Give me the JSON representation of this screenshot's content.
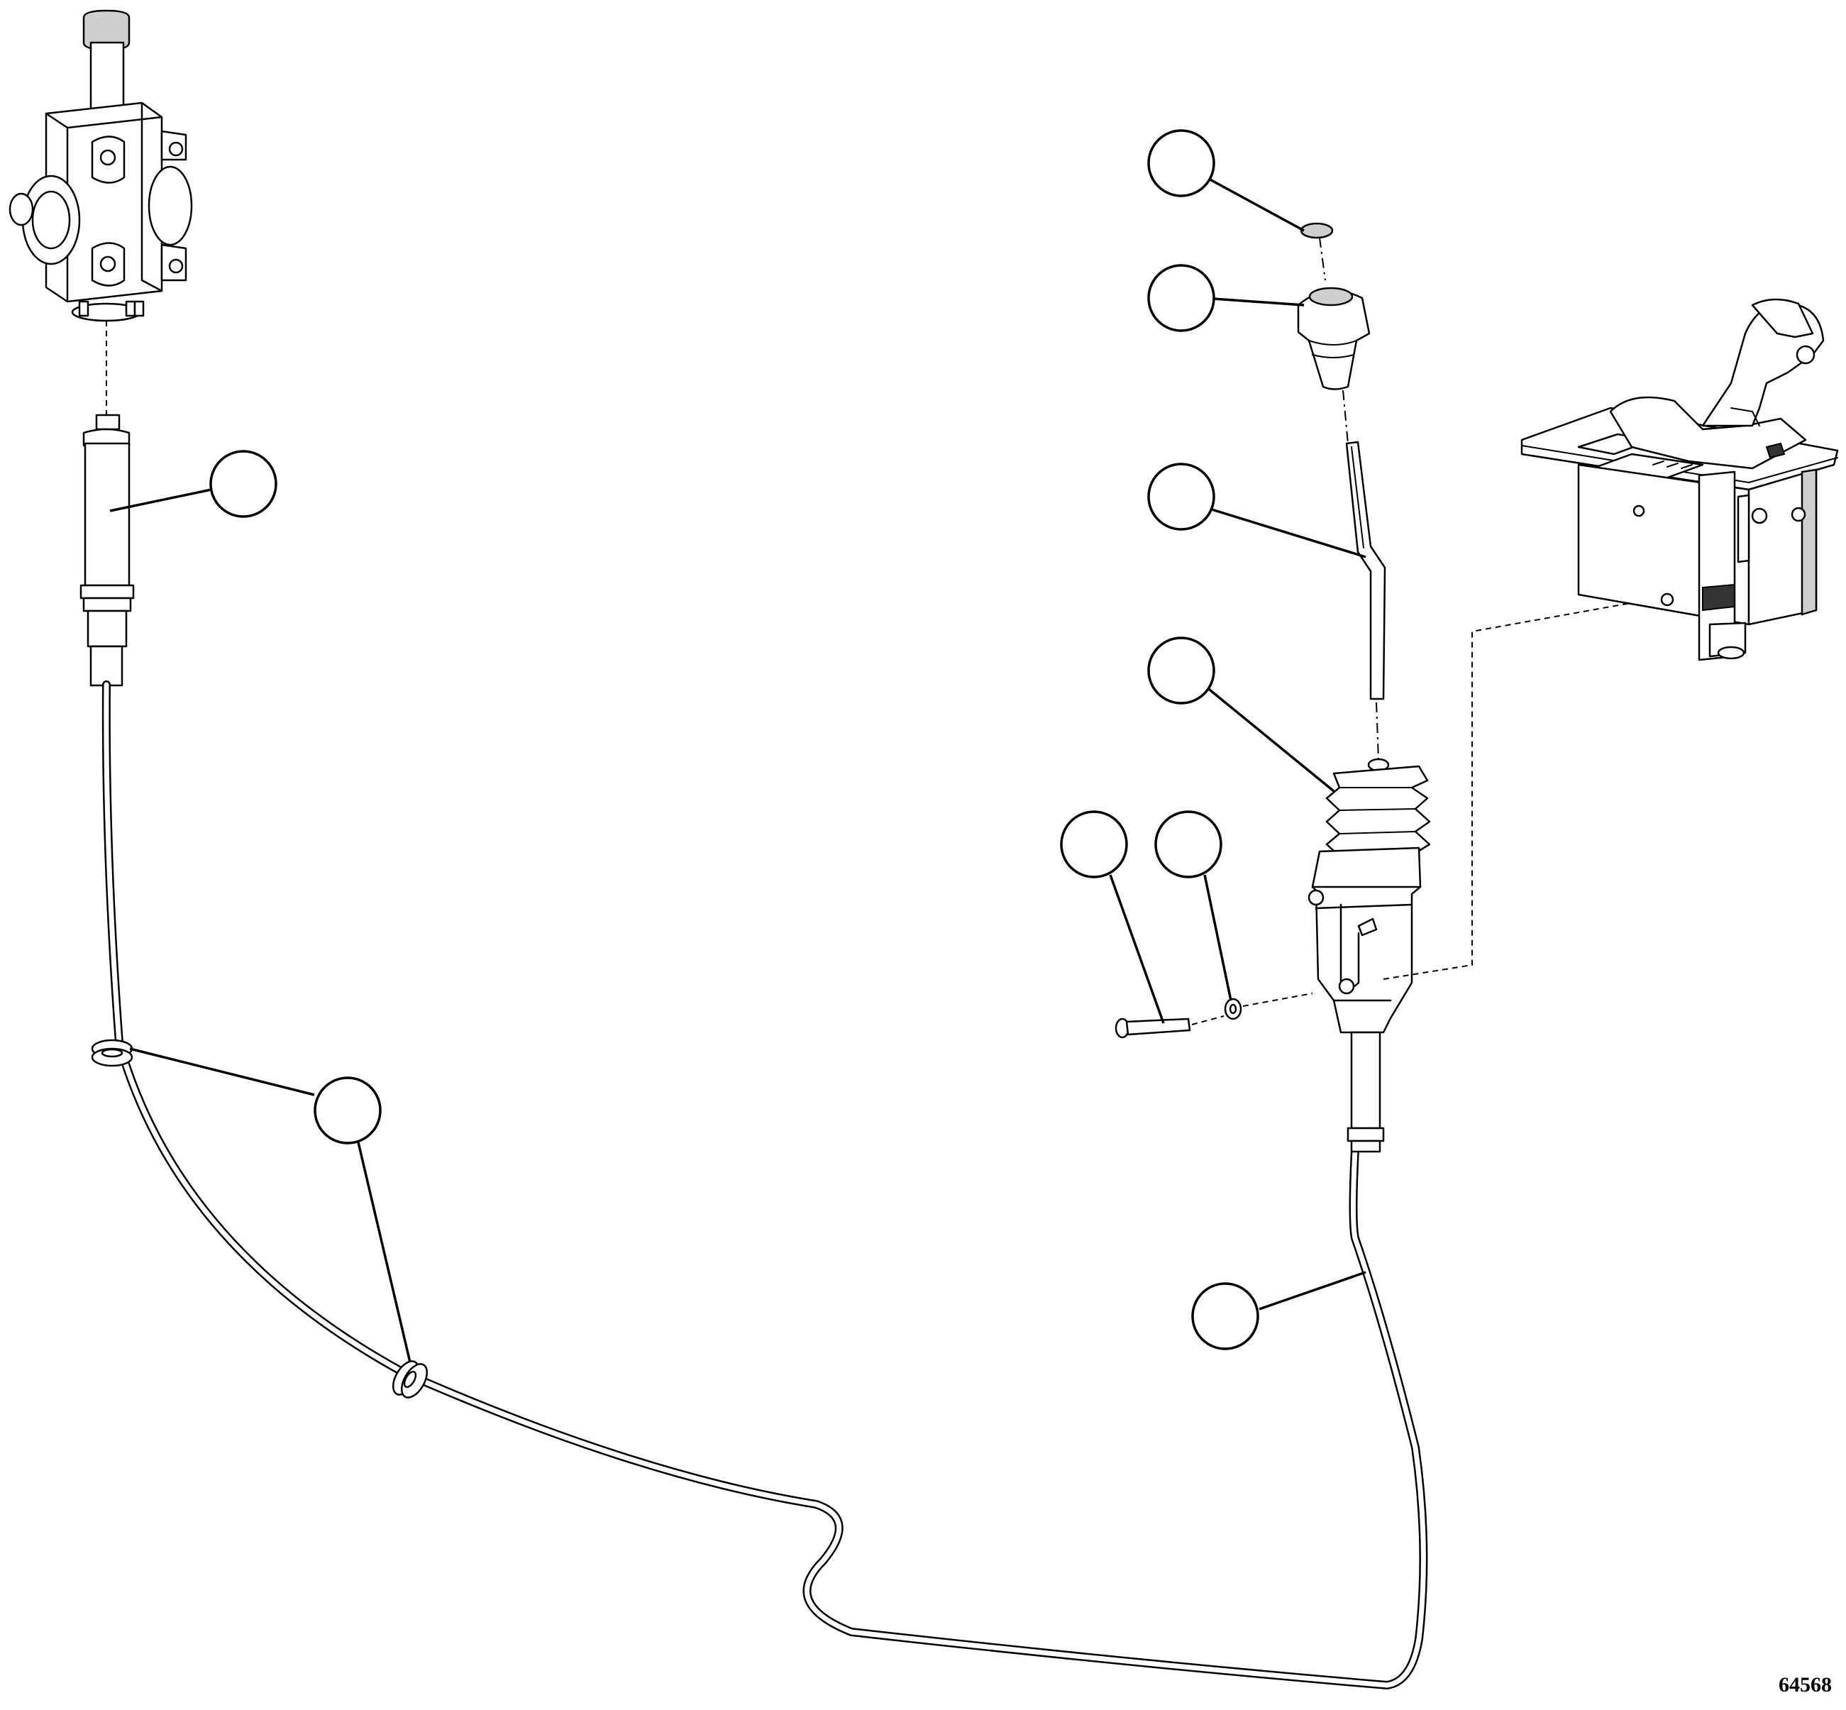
{
  "figure": {
    "number": "64568"
  },
  "callouts": [
    {
      "id": "callout-1",
      "target": "cable-end-fitting"
    },
    {
      "id": "callout-2",
      "target": "retaining-clip"
    },
    {
      "id": "callout-3",
      "target": "shift-knob"
    },
    {
      "id": "callout-4",
      "target": "shift-lever"
    },
    {
      "id": "callout-5",
      "target": "shifter-boot"
    },
    {
      "id": "callout-6",
      "target": "bolt"
    },
    {
      "id": "callout-7",
      "target": "washer"
    },
    {
      "id": "callout-8",
      "target": "grommets"
    },
    {
      "id": "callout-9",
      "target": "shift-cable"
    }
  ],
  "parts": [
    "valve-assembly",
    "cable-end-fitting",
    "shift-cable",
    "grommet-upper",
    "grommet-lower",
    "retaining-clip",
    "shift-knob",
    "shift-lever",
    "shifter-boot",
    "shifter-housing",
    "bolt",
    "washer",
    "shifter-mount-assembly"
  ]
}
